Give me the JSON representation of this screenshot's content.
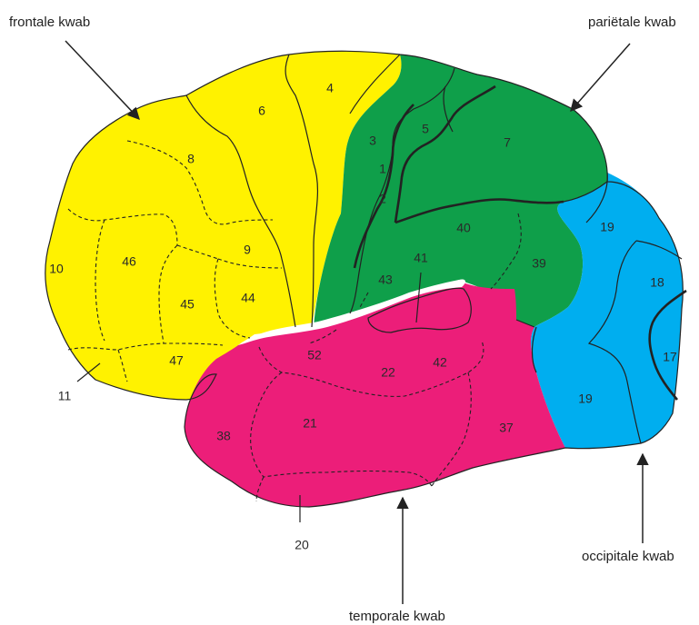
{
  "lobes": [
    {
      "id": "frontal",
      "label": "frontale kwab",
      "color": "#FFF200"
    },
    {
      "id": "parietal",
      "label": "pariëtale kwab",
      "color": "#0F9F4A"
    },
    {
      "id": "occipital",
      "label": "occipitale kwab",
      "color": "#00AEEF"
    },
    {
      "id": "temporal",
      "label": "temporale kwab",
      "color": "#EC1E79"
    }
  ],
  "areas": {
    "a1": "1",
    "a2": "2",
    "a3": "3",
    "a4": "4",
    "a5": "5",
    "a6": "6",
    "a7": "7",
    "a8": "8",
    "a9": "9",
    "a10": "10",
    "a11": "11",
    "a17": "17",
    "a18": "18",
    "a19a": "19",
    "a19b": "19",
    "a20": "20",
    "a21": "21",
    "a22": "22",
    "a37": "37",
    "a38": "38",
    "a39": "39",
    "a40": "40",
    "a41": "41",
    "a42": "42",
    "a43": "43",
    "a44": "44",
    "a45": "45",
    "a46": "46",
    "a47": "47",
    "a52": "52"
  }
}
